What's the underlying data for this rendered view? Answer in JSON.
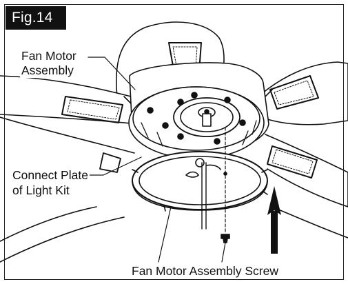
{
  "figure": {
    "tag": "Fig.14"
  },
  "labels": {
    "fan_motor_line1": "Fan Motor",
    "fan_motor_line2": "Assembly",
    "connect_plate_line1": "Connect Plate",
    "connect_plate_line2": "of Light Kit",
    "screw": "Fan Motor Assembly Screw"
  },
  "colors": {
    "ink": "#111111",
    "background": "#ffffff",
    "tag_background": "#111111",
    "tag_text": "#ffffff"
  }
}
